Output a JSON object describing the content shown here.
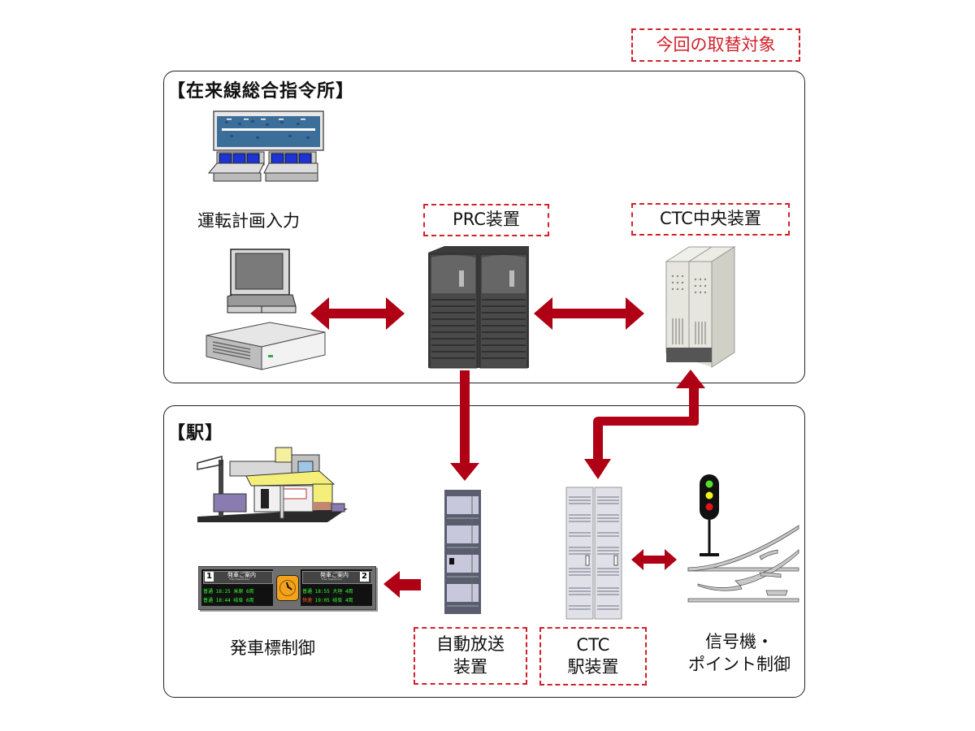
{
  "legend": {
    "label": "今回の取替対象",
    "color": "#d0202a"
  },
  "colors": {
    "arrow": "#b00015",
    "replacement_border": "#d0202a"
  },
  "panels": {
    "command_center": {
      "title": "【在来線総合指令所】"
    },
    "station": {
      "title": "【駅】"
    }
  },
  "nodes": {
    "operation_plan_input": {
      "label": "運転計画入力"
    },
    "prc_device": {
      "label": "PRC装置",
      "replacement_target": true
    },
    "ctc_central_device": {
      "label": "CTC中央装置",
      "replacement_target": true
    },
    "departure_board_control": {
      "label": "発車標制御"
    },
    "auto_announcement_device": {
      "label_line1": "自動放送",
      "label_line2": "装置",
      "replacement_target": true
    },
    "ctc_station_device": {
      "label_line1": "CTC",
      "label_line2": "駅装置",
      "replacement_target": true
    },
    "signal_point_control": {
      "label_line1": "信号機・",
      "label_line2": "ポイント制御"
    }
  },
  "departure_board": {
    "left": {
      "track": "1",
      "title": "発車ご案内",
      "subtitle": "Train Departures",
      "rows": [
        {
          "type": "普通",
          "time": "18:25",
          "dest": "米原",
          "cars": "6両"
        },
        {
          "type": "普通",
          "time": "18:44",
          "dest": "岐阜",
          "cars": "6両"
        }
      ]
    },
    "right": {
      "track": "2",
      "title": "発車ご案内",
      "subtitle": "Train Departures",
      "rows": [
        {
          "type": "普通",
          "time": "18:55",
          "dest": "大垣",
          "cars": "4両"
        },
        {
          "type": "快速",
          "time": "19:05",
          "dest": "岐阜",
          "cars": "4両"
        }
      ]
    }
  },
  "connections": [
    {
      "from": "operation_plan_input",
      "to": "prc_device",
      "direction": "bidirectional"
    },
    {
      "from": "prc_device",
      "to": "ctc_central_device",
      "direction": "bidirectional"
    },
    {
      "from": "prc_device",
      "to": "auto_announcement_device",
      "direction": "one-way"
    },
    {
      "from": "ctc_central_device",
      "to": "ctc_station_device",
      "direction": "bidirectional"
    },
    {
      "from": "auto_announcement_device",
      "to": "departure_board_control",
      "direction": "one-way"
    },
    {
      "from": "ctc_station_device",
      "to": "signal_point_control",
      "direction": "bidirectional"
    }
  ]
}
